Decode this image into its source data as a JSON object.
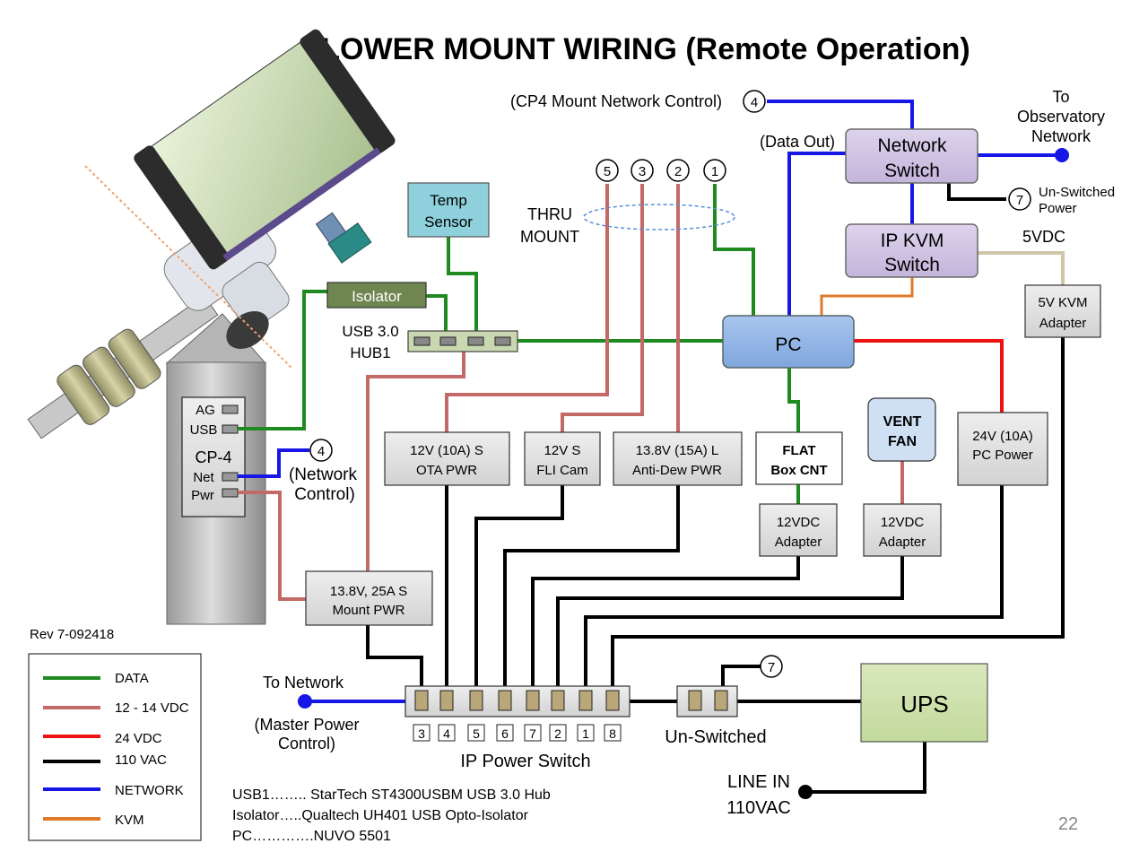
{
  "title": "LOWER MOUNT WIRING  (Remote Operation)",
  "revision": "Rev 7-092418",
  "page_number": "22",
  "colors": {
    "data": "#1f8a1f",
    "vdc12": "#c46a66",
    "vdc24": "#ee1111",
    "vac110": "#000000",
    "network": "#1616e6",
    "kvm": "#e07a2a"
  },
  "legend": [
    {
      "label": "DATA"
    },
    {
      "label": "12 - 14 VDC"
    },
    {
      "label": "24 VDC"
    },
    {
      "label": "110 VAC"
    },
    {
      "label": "NETWORK"
    },
    {
      "label": "KVM"
    }
  ],
  "nodes": {
    "network_switch": [
      "Network",
      "Switch"
    ],
    "ip_kvm": [
      "IP KVM",
      "Switch"
    ],
    "pc": "PC",
    "temp_sensor": [
      "Temp",
      "Sensor"
    ],
    "isolator": "Isolator",
    "usb_hub": [
      "USB 3.0",
      "HUB1"
    ],
    "kvm_adapter": [
      "5V KVM",
      "Adapter"
    ],
    "ota_pwr": [
      "12V (10A) S",
      "OTA PWR"
    ],
    "fli_cam": [
      "12V S",
      "FLI Cam"
    ],
    "antidew": [
      "13.8V (15A) L",
      "Anti-Dew PWR"
    ],
    "flat_box": [
      "FLAT",
      "Box CNT"
    ],
    "vent_fan": [
      "VENT",
      "FAN"
    ],
    "pc_power": [
      "24V (10A)",
      "PC Power"
    ],
    "adapter_flat": [
      "12VDC",
      "Adapter"
    ],
    "adapter_fan": [
      "12VDC",
      "Adapter"
    ],
    "mount_pwr": [
      "13.8V, 25A S",
      "Mount PWR"
    ],
    "ups": "UPS",
    "cp4_title": "CP-4",
    "cp4_ports": [
      "AG",
      "USB",
      "Net",
      "Pwr"
    ]
  },
  "labels": {
    "cp4_network": "(CP4 Mount Network Control)",
    "to_observatory": [
      "To",
      "Observatory",
      "Network"
    ],
    "data_out": "(Data Out)",
    "unswitched_power": [
      "Un-Switched",
      "Power"
    ],
    "five_vdc": "5VDC",
    "thru_mount": [
      "THRU",
      "MOUNT"
    ],
    "network_control": [
      "(Network",
      "Control)"
    ],
    "to_network": "To Network",
    "master_power": [
      "(Master Power",
      "Control)"
    ],
    "ip_power_switch": "IP Power Switch",
    "un_switched": "Un-Switched",
    "line_in": [
      "LINE IN",
      "110VAC"
    ]
  },
  "circles": {
    "cp4_net": "4",
    "thru_5": "5",
    "thru_3": "3",
    "thru_2": "2",
    "thru_1": "1",
    "unswitched_7": "7",
    "cp4_side_4": "4",
    "outlet_7": "7"
  },
  "outlet_numbers": [
    "3",
    "4",
    "5",
    "6",
    "7",
    "2",
    "1",
    "8"
  ],
  "footnotes": [
    "USB1…….. StarTech ST4300USBM USB 3.0 Hub",
    "Isolator…..Qualtech UH401 USB Opto-Isolator",
    "PC………….NUVO 5501"
  ]
}
